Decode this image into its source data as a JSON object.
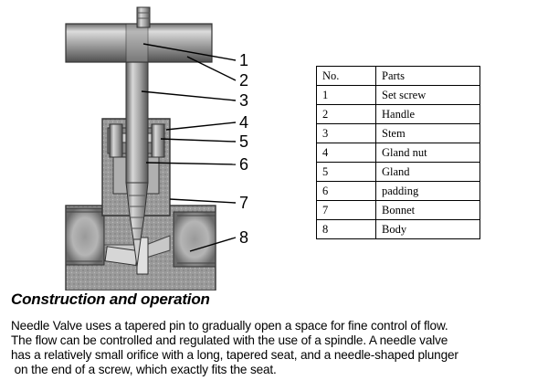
{
  "diagram": {
    "callouts": [
      "1",
      "2",
      "3",
      "4",
      "5",
      "6",
      "7",
      "8"
    ]
  },
  "parts_table": {
    "headers": [
      "No.",
      "Parts"
    ],
    "rows": [
      [
        "1",
        "Set screw"
      ],
      [
        "2",
        "Handle"
      ],
      [
        "3",
        "Stem"
      ],
      [
        "4",
        "Gland nut"
      ],
      [
        "5",
        "Gland"
      ],
      [
        "6",
        "padding"
      ],
      [
        "7",
        "Bonnet"
      ],
      [
        "8",
        "Body"
      ]
    ]
  },
  "section": {
    "heading": "Construction and operation",
    "description_lines": [
      "Needle Valve uses a tapered pin to gradually open a space for fine control of flow.",
      "The flow can be controlled and regulated with the use of a spindle. A needle valve",
      "has a relatively small orifice with a long, tapered seat, and a needle-shaped plunger",
      " on the end of a screw, which exactly fits the seat."
    ]
  }
}
